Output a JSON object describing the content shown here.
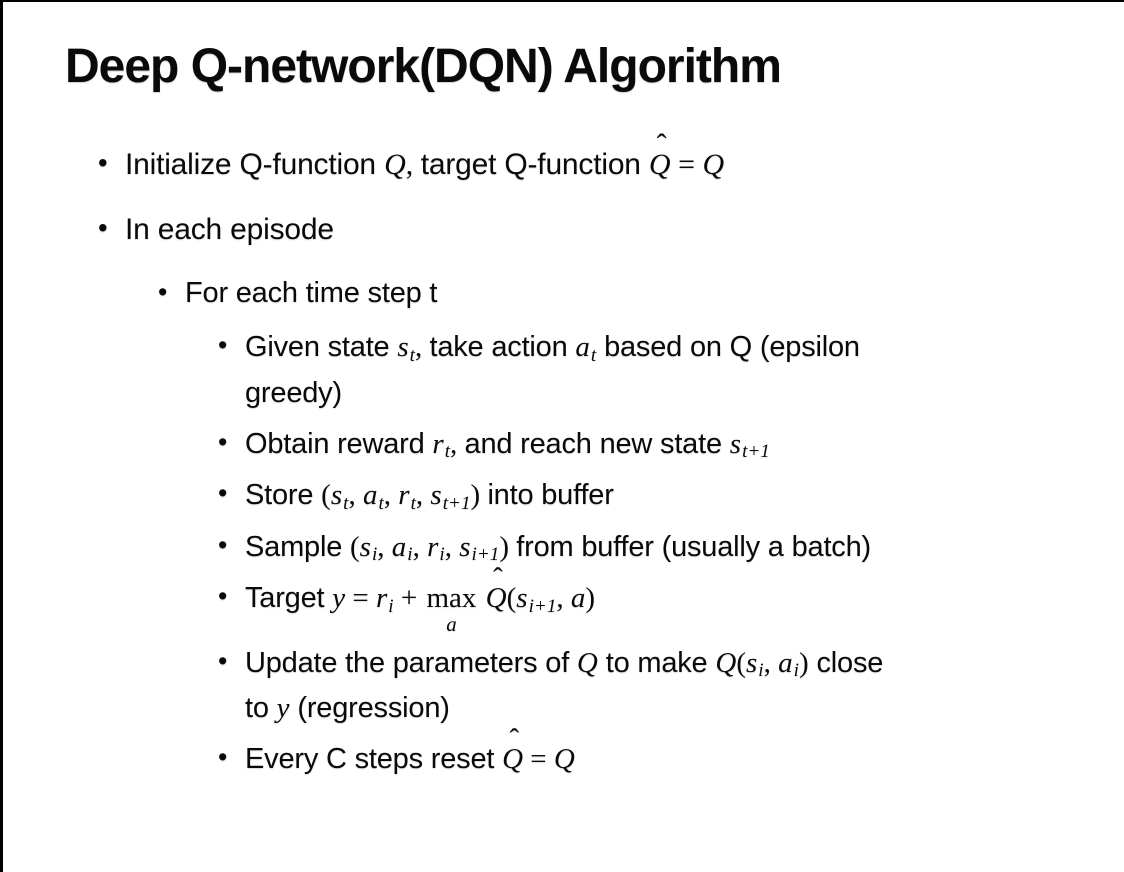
{
  "slide": {
    "title": "Deep Q-network(DQN) Algorithm",
    "bullet_char": "•",
    "hat_char": "ˆ",
    "colors": {
      "background": "#ffffff",
      "text": "#000000",
      "border": "#000000"
    },
    "bullets": [
      {
        "level": 1,
        "segments": [
          {
            "k": "t",
            "v": "Initialize Q-function "
          },
          {
            "k": "m",
            "v": "Q"
          },
          {
            "k": "o",
            "v": ", "
          },
          {
            "k": "t",
            "v": "target Q-function "
          },
          {
            "k": "h",
            "v": "Q"
          },
          {
            "k": "o",
            "v": " = "
          },
          {
            "k": "m",
            "v": "Q"
          }
        ]
      },
      {
        "level": 1,
        "segments": [
          {
            "k": "t",
            "v": "In each episode"
          }
        ]
      },
      {
        "level": 2,
        "segments": [
          {
            "k": "t",
            "v": "For each time step t"
          }
        ]
      },
      {
        "level": 3,
        "segments": [
          {
            "k": "t",
            "v": "Given state "
          },
          {
            "k": "s",
            "b": "s",
            "s": "t"
          },
          {
            "k": "o",
            "v": ", "
          },
          {
            "k": "t",
            "v": "take action "
          },
          {
            "k": "s",
            "b": "a",
            "s": "t"
          },
          {
            "k": "t",
            "v": " based on Q (epsilon"
          },
          {
            "k": "br"
          },
          {
            "k": "t",
            "v": "greedy)"
          }
        ]
      },
      {
        "level": 3,
        "segments": [
          {
            "k": "t",
            "v": "Obtain reward "
          },
          {
            "k": "s",
            "b": "r",
            "s": "t"
          },
          {
            "k": "o",
            "v": ", "
          },
          {
            "k": "t",
            "v": "and reach new state "
          },
          {
            "k": "s",
            "b": "s",
            "s": "t+1"
          }
        ]
      },
      {
        "level": 3,
        "segments": [
          {
            "k": "t",
            "v": "Store "
          },
          {
            "k": "o",
            "v": "("
          },
          {
            "k": "s",
            "b": "s",
            "s": "t"
          },
          {
            "k": "o",
            "v": ", "
          },
          {
            "k": "s",
            "b": "a",
            "s": "t"
          },
          {
            "k": "o",
            "v": ", "
          },
          {
            "k": "s",
            "b": "r",
            "s": "t"
          },
          {
            "k": "o",
            "v": ", "
          },
          {
            "k": "s",
            "b": "s",
            "s": "t+1"
          },
          {
            "k": "o",
            "v": ") "
          },
          {
            "k": "t",
            "v": "into buffer"
          }
        ]
      },
      {
        "level": 3,
        "segments": [
          {
            "k": "t",
            "v": "Sample "
          },
          {
            "k": "o",
            "v": "("
          },
          {
            "k": "s",
            "b": "s",
            "s": "i"
          },
          {
            "k": "o",
            "v": ", "
          },
          {
            "k": "s",
            "b": "a",
            "s": "i"
          },
          {
            "k": "o",
            "v": ", "
          },
          {
            "k": "s",
            "b": "r",
            "s": "i"
          },
          {
            "k": "o",
            "v": ", "
          },
          {
            "k": "s",
            "b": "s",
            "s": "i+1"
          },
          {
            "k": "o",
            "v": ") "
          },
          {
            "k": "t",
            "v": "from buffer (usually a batch)"
          }
        ]
      },
      {
        "level": 3,
        "segments": [
          {
            "k": "t",
            "v": "Target "
          },
          {
            "k": "m",
            "v": "y"
          },
          {
            "k": "o",
            "v": " = "
          },
          {
            "k": "s",
            "b": "r",
            "s": "i"
          },
          {
            "k": "o",
            "v": " + "
          },
          {
            "k": "u",
            "b": "max",
            "s": "a"
          },
          {
            "k": "o",
            "v": " "
          },
          {
            "k": "h",
            "v": "Q"
          },
          {
            "k": "o",
            "v": "("
          },
          {
            "k": "s",
            "b": "s",
            "s": "i+1"
          },
          {
            "k": "o",
            "v": ", "
          },
          {
            "k": "m",
            "v": "a"
          },
          {
            "k": "o",
            "v": ")"
          }
        ]
      },
      {
        "level": 3,
        "segments": [
          {
            "k": "t",
            "v": "Update the parameters of "
          },
          {
            "k": "m",
            "v": "Q"
          },
          {
            "k": "t",
            "v": " to make "
          },
          {
            "k": "m",
            "v": "Q"
          },
          {
            "k": "o",
            "v": "("
          },
          {
            "k": "s",
            "b": "s",
            "s": "i"
          },
          {
            "k": "o",
            "v": ", "
          },
          {
            "k": "s",
            "b": "a",
            "s": "i"
          },
          {
            "k": "o",
            "v": ")"
          },
          {
            "k": "t",
            "v": " close"
          },
          {
            "k": "br"
          },
          {
            "k": "t",
            "v": "to "
          },
          {
            "k": "m",
            "v": "y"
          },
          {
            "k": "t",
            "v": " (regression)"
          }
        ]
      },
      {
        "level": 3,
        "segments": [
          {
            "k": "t",
            "v": "Every C steps reset "
          },
          {
            "k": "h",
            "v": "Q"
          },
          {
            "k": "o",
            "v": " = "
          },
          {
            "k": "m",
            "v": "Q"
          }
        ]
      }
    ]
  }
}
